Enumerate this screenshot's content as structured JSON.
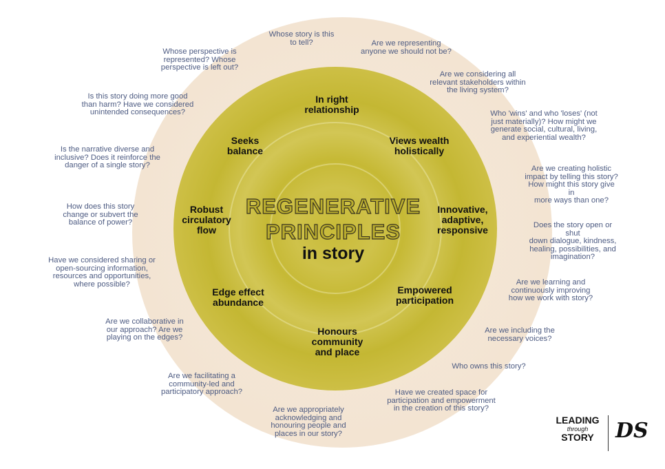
{
  "title": {
    "line1": "REGENERATIVE",
    "line2": "PRINCIPLES",
    "line3": "in story"
  },
  "principles": [
    "In right\nrelationship",
    "Seeks\nbalance",
    "Views wealth\nholistically",
    "Robust\ncirculatory\nflow",
    "Innovative,\nadaptive,\nresponsive",
    "Edge effect\nabundance",
    "Empowered\nparticipation",
    "Honours\ncommunity\nand place"
  ],
  "questions": [
    "Whose story is this\nto tell?",
    "Are we representing\nanyone we should not be?",
    "Whose perspective is\nrepresented? Whose\nperspective is left out?",
    "Are we considering all\nrelevant stakeholders within\nthe living system?",
    "Is this story doing more good\nthan harm? Have we considered\nunintended consequences?",
    "Who 'wins' and who 'loses' (not\njust materially)? How might we\ngenerate social, cultural, living,\nand experiential wealth?",
    "Is the narrative diverse and\ninclusive? Does it reinforce the\ndanger of a single story?",
    "Are we creating holistic\nimpact by telling this story?\nHow might this story give in\nmore ways than one?",
    "How does this story\nchange or subvert the\nbalance of power?",
    "Does the story open or shut\ndown dialogue, kindness,\nhealing, possibilities, and\nimagination?",
    "Have we considered sharing or\nopen-sourcing information,\nresources and opportunities,\nwhere possible?",
    "Are we learning and\ncontinuously improving\nhow we work with story?",
    "Are we collaborative in\nour approach? Are we\nplaying on the edges?",
    "Are we including the\nnecessary voices?",
    "Who owns this story?",
    "Are we facilitating a\ncommunity-led and\nparticipatory approach?",
    "Have we created space for\nparticipation and empowerment\nin the creation of this story?",
    "Are we appropriately\nacknowledging and\nhonouring people and\nplaces in our story?"
  ],
  "logos": {
    "leading": "LEADING",
    "through": "through",
    "story": "STORY",
    "ds": "DS"
  },
  "colors": {
    "yellow": "#c8bb38",
    "beige": "#f3e4d2",
    "question_text": "#4d5b82"
  }
}
